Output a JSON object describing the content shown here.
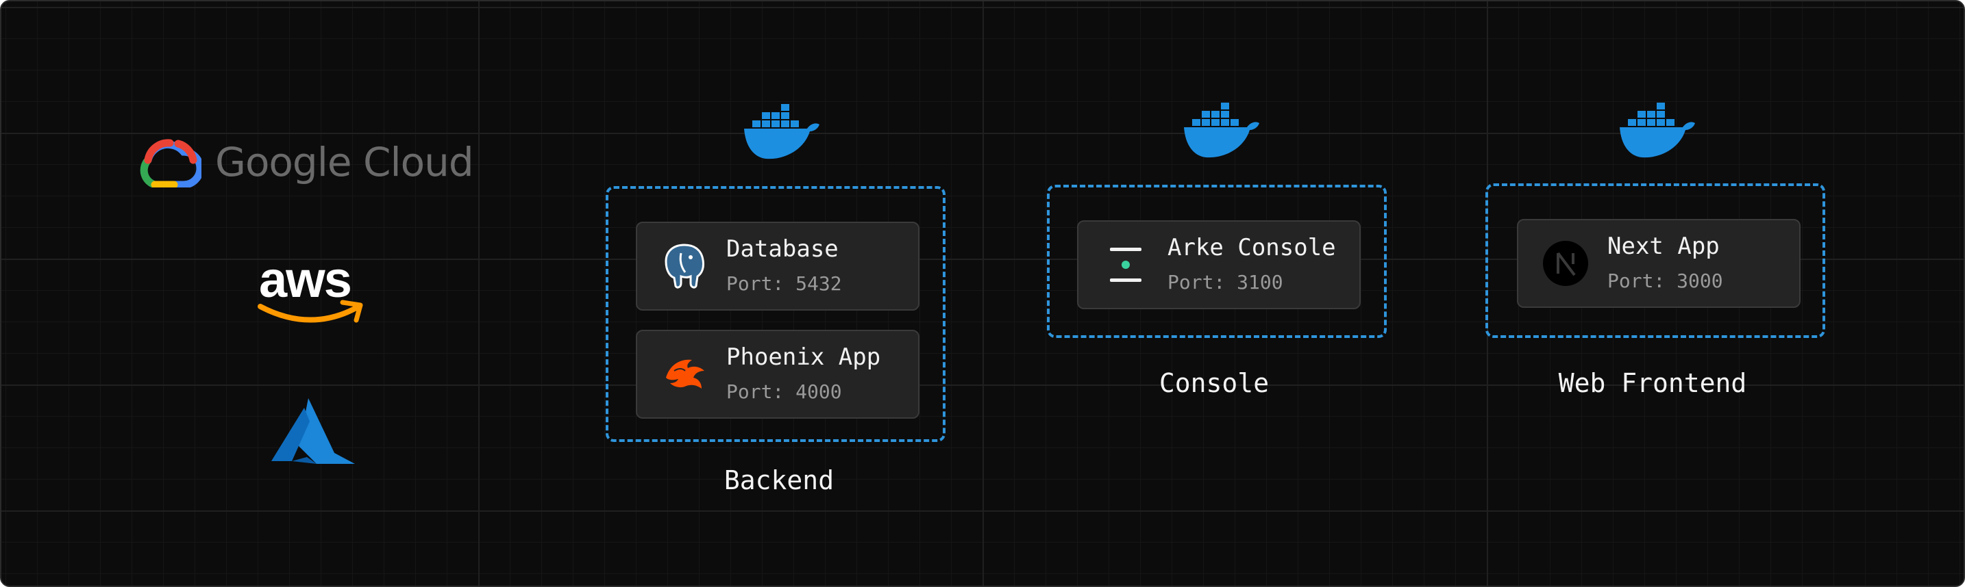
{
  "providers": {
    "google": {
      "word": "Google Cloud",
      "icon": "google-cloud-icon"
    },
    "aws": {
      "word": "aws",
      "icon": "aws-icon",
      "smile_color": "#ff9900"
    },
    "azure": {
      "icon": "azure-icon",
      "color": "#1c86d8"
    }
  },
  "groups": [
    {
      "label": "Backend",
      "icon": "docker-icon",
      "services": [
        {
          "title": "Database",
          "port": "Port: 5432",
          "icon": "postgresql-icon"
        },
        {
          "title": "Phoenix App",
          "port": "Port: 4000",
          "icon": "phoenix-icon"
        }
      ]
    },
    {
      "label": "Console",
      "icon": "docker-icon",
      "services": [
        {
          "title": "Arke Console",
          "port": "Port: 3100",
          "icon": "arke-icon"
        }
      ]
    },
    {
      "label": "Web Frontend",
      "icon": "docker-icon",
      "services": [
        {
          "title": "Next App",
          "port": "Port: 3000",
          "icon": "nextjs-icon"
        }
      ]
    }
  ],
  "colors": {
    "background": "#0c0c0c",
    "dashed_border": "#2f95dc",
    "docker_blue": "#1d8fe1",
    "card_bg": "#242424",
    "text": "#f2f2f2",
    "subtext": "#9a9a9a"
  }
}
